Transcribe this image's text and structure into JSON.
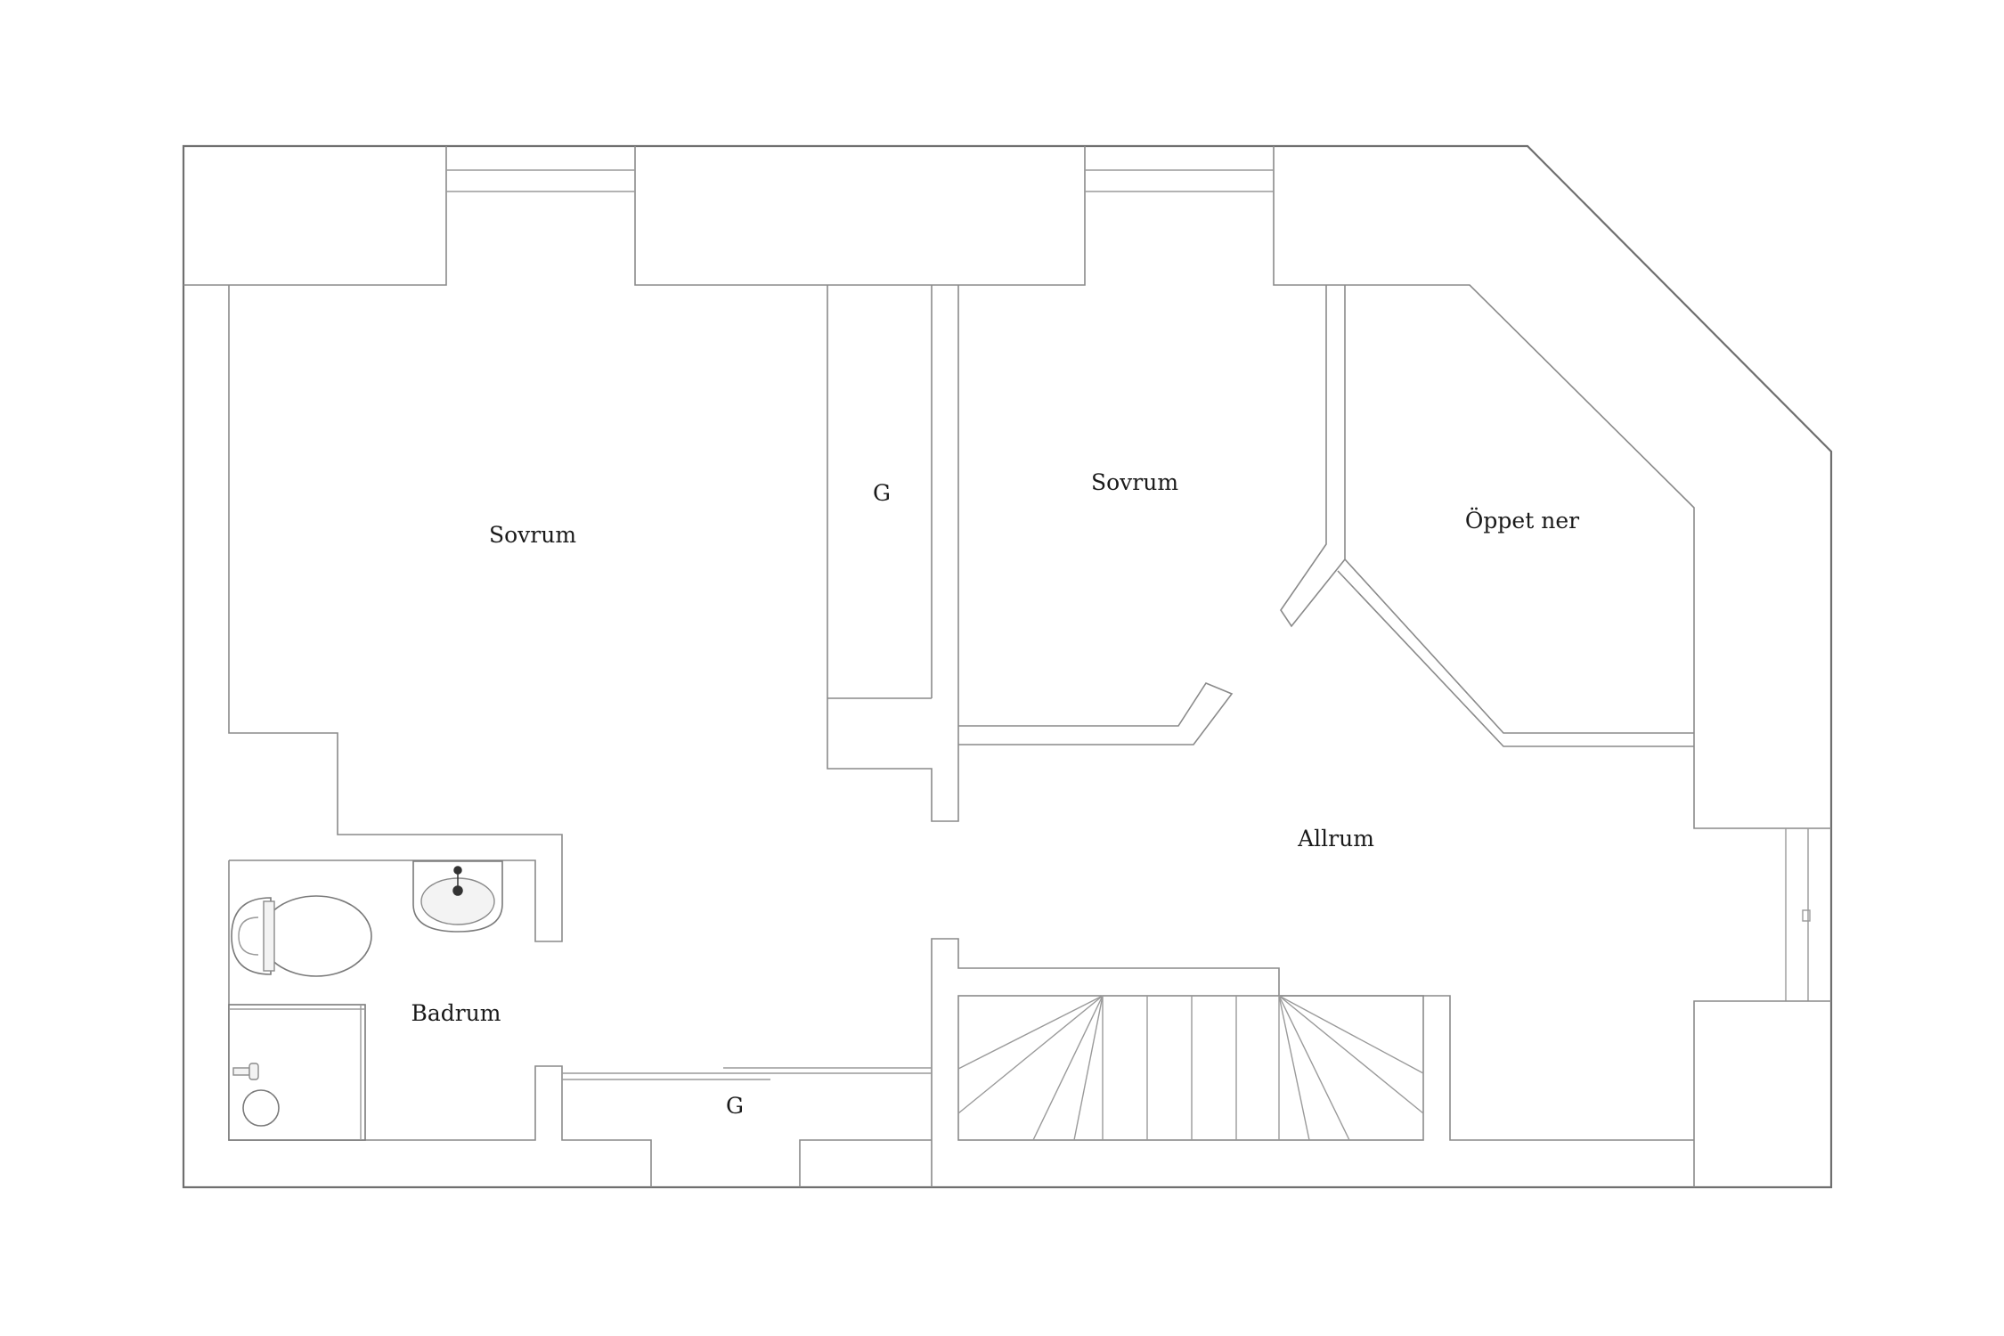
{
  "rooms": {
    "sovrum_left": "Sovrum",
    "sovrum_right": "Sovrum",
    "g_closet_top": "G",
    "oppet_ner": "Öppet ner",
    "allrum": "Allrum",
    "badrum": "Badrum",
    "g_closet_bottom": "G"
  },
  "colors": {
    "wall": "#8a8a8a",
    "text": "#1a1a1a",
    "background": "#ffffff"
  }
}
